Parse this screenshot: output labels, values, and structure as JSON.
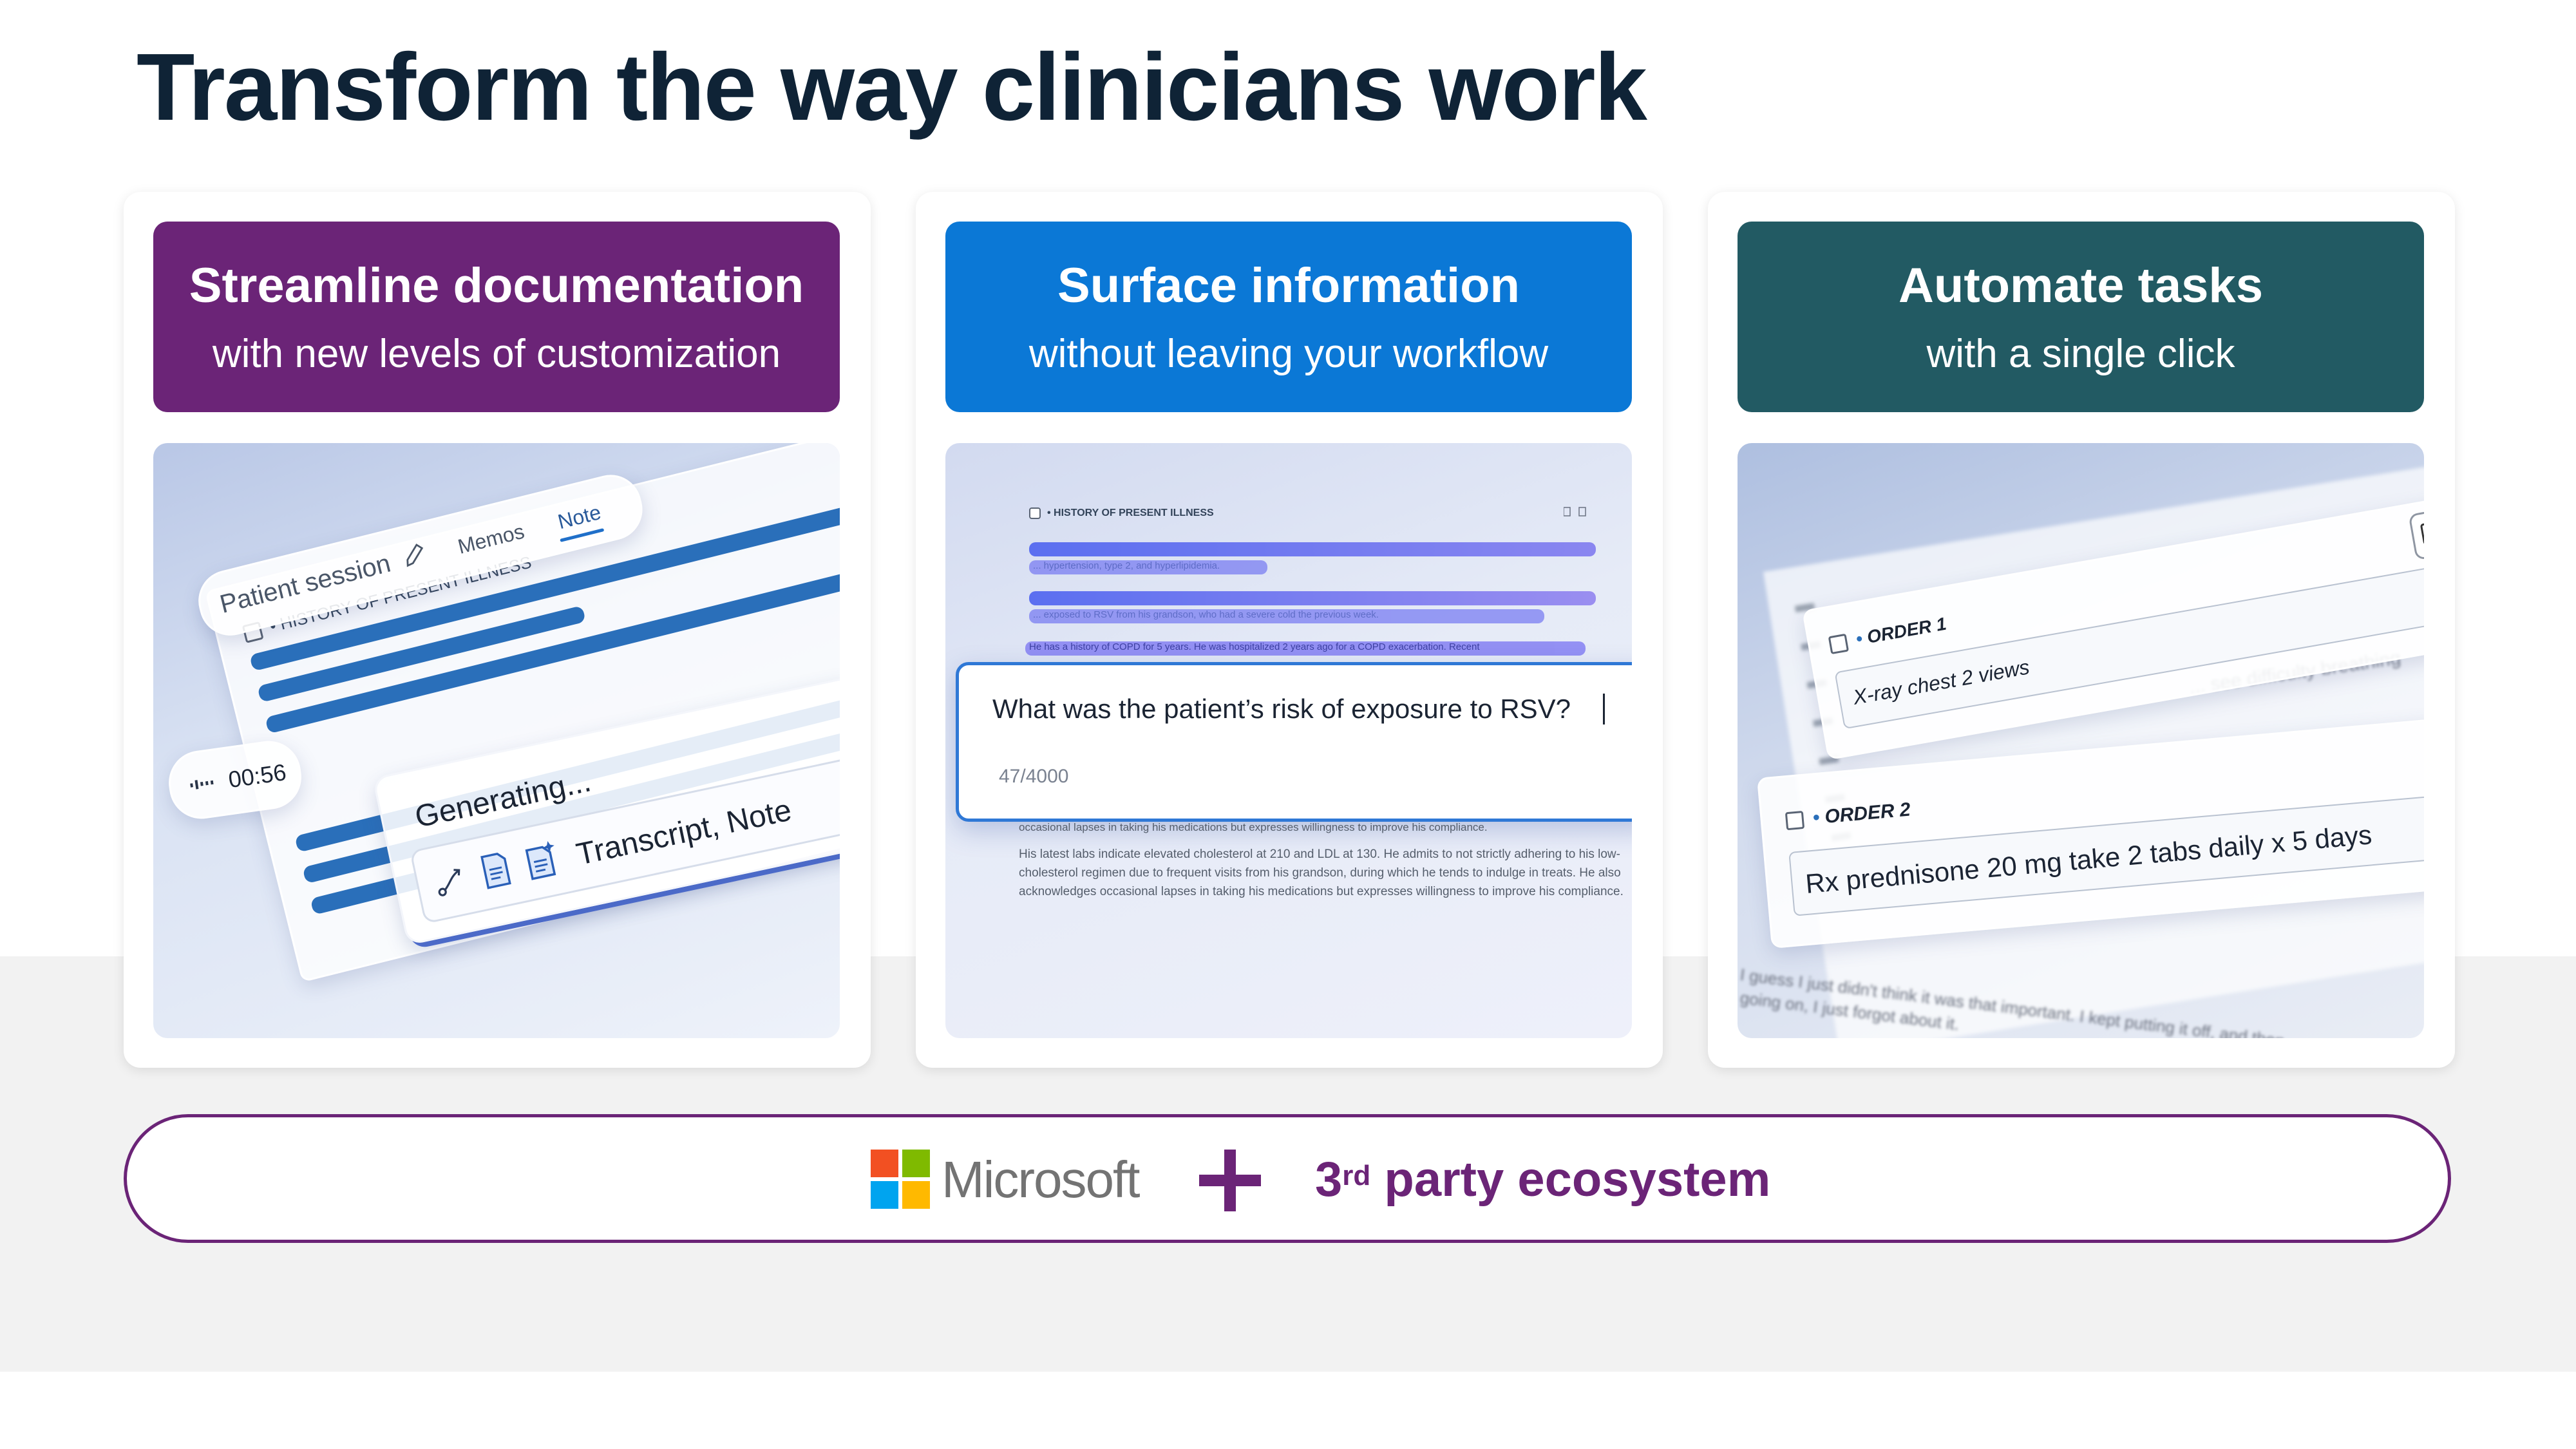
{
  "page": {
    "title": "Transform the way clinicians work"
  },
  "colors": {
    "title": "#0f2336",
    "banner_documentation": "#6b2477",
    "banner_information": "#0b78d6",
    "banner_automate": "#225a63",
    "ecosystem": "#6b2477"
  },
  "cards": [
    {
      "heading": "Streamline documentation",
      "subheading": "with new levels of customization",
      "mock": {
        "session_label": "Patient session",
        "edit_icon": "pencil-icon",
        "tabs": [
          "Memos",
          "Note"
        ],
        "active_tab": "Note",
        "section": "HISTORY OF PRESENT ILLNESS",
        "timer": "00:56",
        "generating": "Generating...",
        "result": "Transcript, Note",
        "icons": [
          "share-icon",
          "document-icon",
          "sparkle-document-icon"
        ]
      }
    },
    {
      "heading": "Surface information",
      "subheading": "without leaving your workflow",
      "mock": {
        "section": "HISTORY OF PRESENT ILLNESS",
        "highlight_lines": [
          "... hypertension, type 2, and hyperlipidemia.",
          "... exposed to RSV from his grandson, who had a severe cold the previous week.",
          "He has a history of COPD for 5 years. He was hospitalized 2 years ago for a COPD exacerbation. Recent"
        ],
        "question": "What was the patient’s risk of exposure to RSV?",
        "char_count": "47/4000",
        "partial_line": "occasional lapses in taking his medications but expresses willingness to improve his compliance.",
        "paragraph": "His latest labs indicate elevated cholesterol at 210 and LDL at 130. He admits to not strictly adhering to his low-cholesterol regimen due to frequent visits from his grandson, during which he tends to indulge in treats. He also acknowledges occasional lapses in taking his medications but expresses willingness to improve his compliance."
      }
    },
    {
      "heading": "Automate tasks",
      "subheading": "with a single click",
      "mock": {
        "order1_label": "ORDER 1",
        "order1_text": "X-ray chest 2 views",
        "order2_label": "ORDER 2",
        "order2_text": "Rx prednisone 20 mg take 2 tabs daily x 5 days",
        "background_text_1": "... see difficulty breathing",
        "background_text_2": "I guess I just didn't think it was that important. I kept putting it off, and then",
        "background_text_3": "going on, I just forgot about it."
      }
    }
  ],
  "footer": {
    "brand": "Microsoft",
    "plus": "+",
    "ecosystem_prefix": "3",
    "ecosystem_sup": "rd",
    "ecosystem_suffix": " party ecosystem"
  }
}
